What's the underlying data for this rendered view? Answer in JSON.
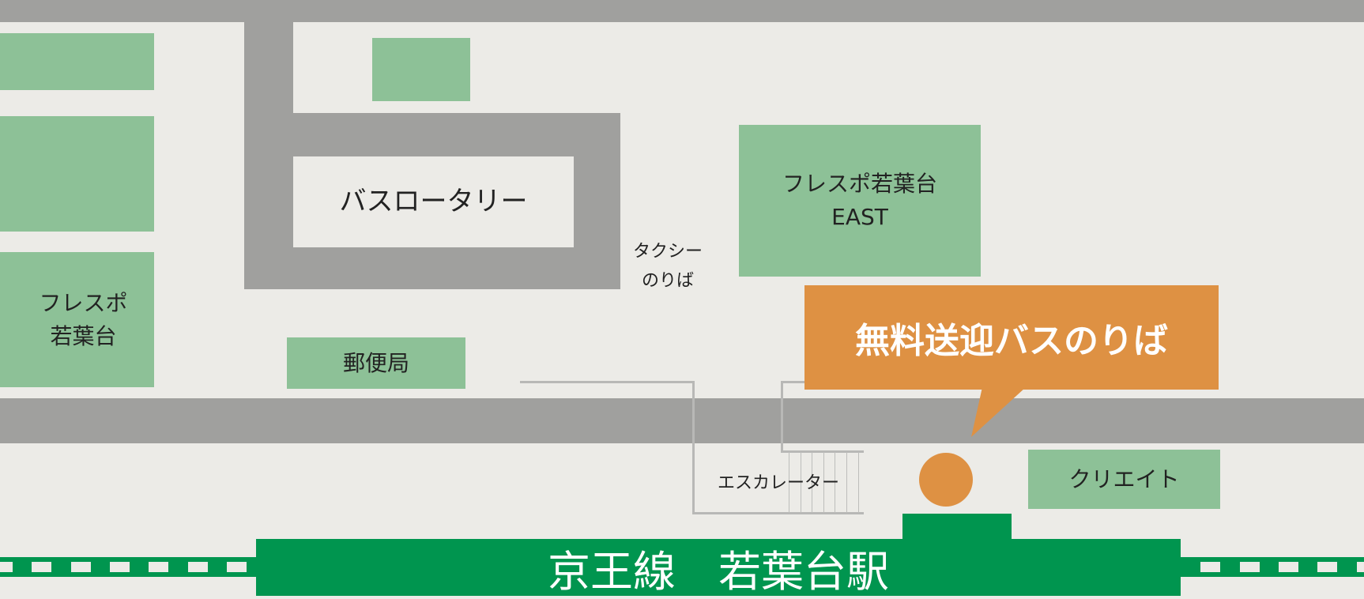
{
  "colors": {
    "background": "#ECEBE7",
    "road": "#A0A09E",
    "building": "#8DC197",
    "accent": "#DE9143",
    "station": "#00954F"
  },
  "labels": {
    "bus_rotary": "バスロータリー",
    "taxi_line1": "タクシー",
    "taxi_line2": "のりば",
    "frespo_east_line1": "フレスポ若葉台",
    "frespo_east_line2": "EAST",
    "frespo_line1": "フレスポ",
    "frespo_line2": "若葉台",
    "post_office": "郵便局",
    "free_bus_stop": "無料送迎バスのりば",
    "escalator": "エスカレーター",
    "create": "クリエイト",
    "station": "京王線　若葉台駅"
  }
}
